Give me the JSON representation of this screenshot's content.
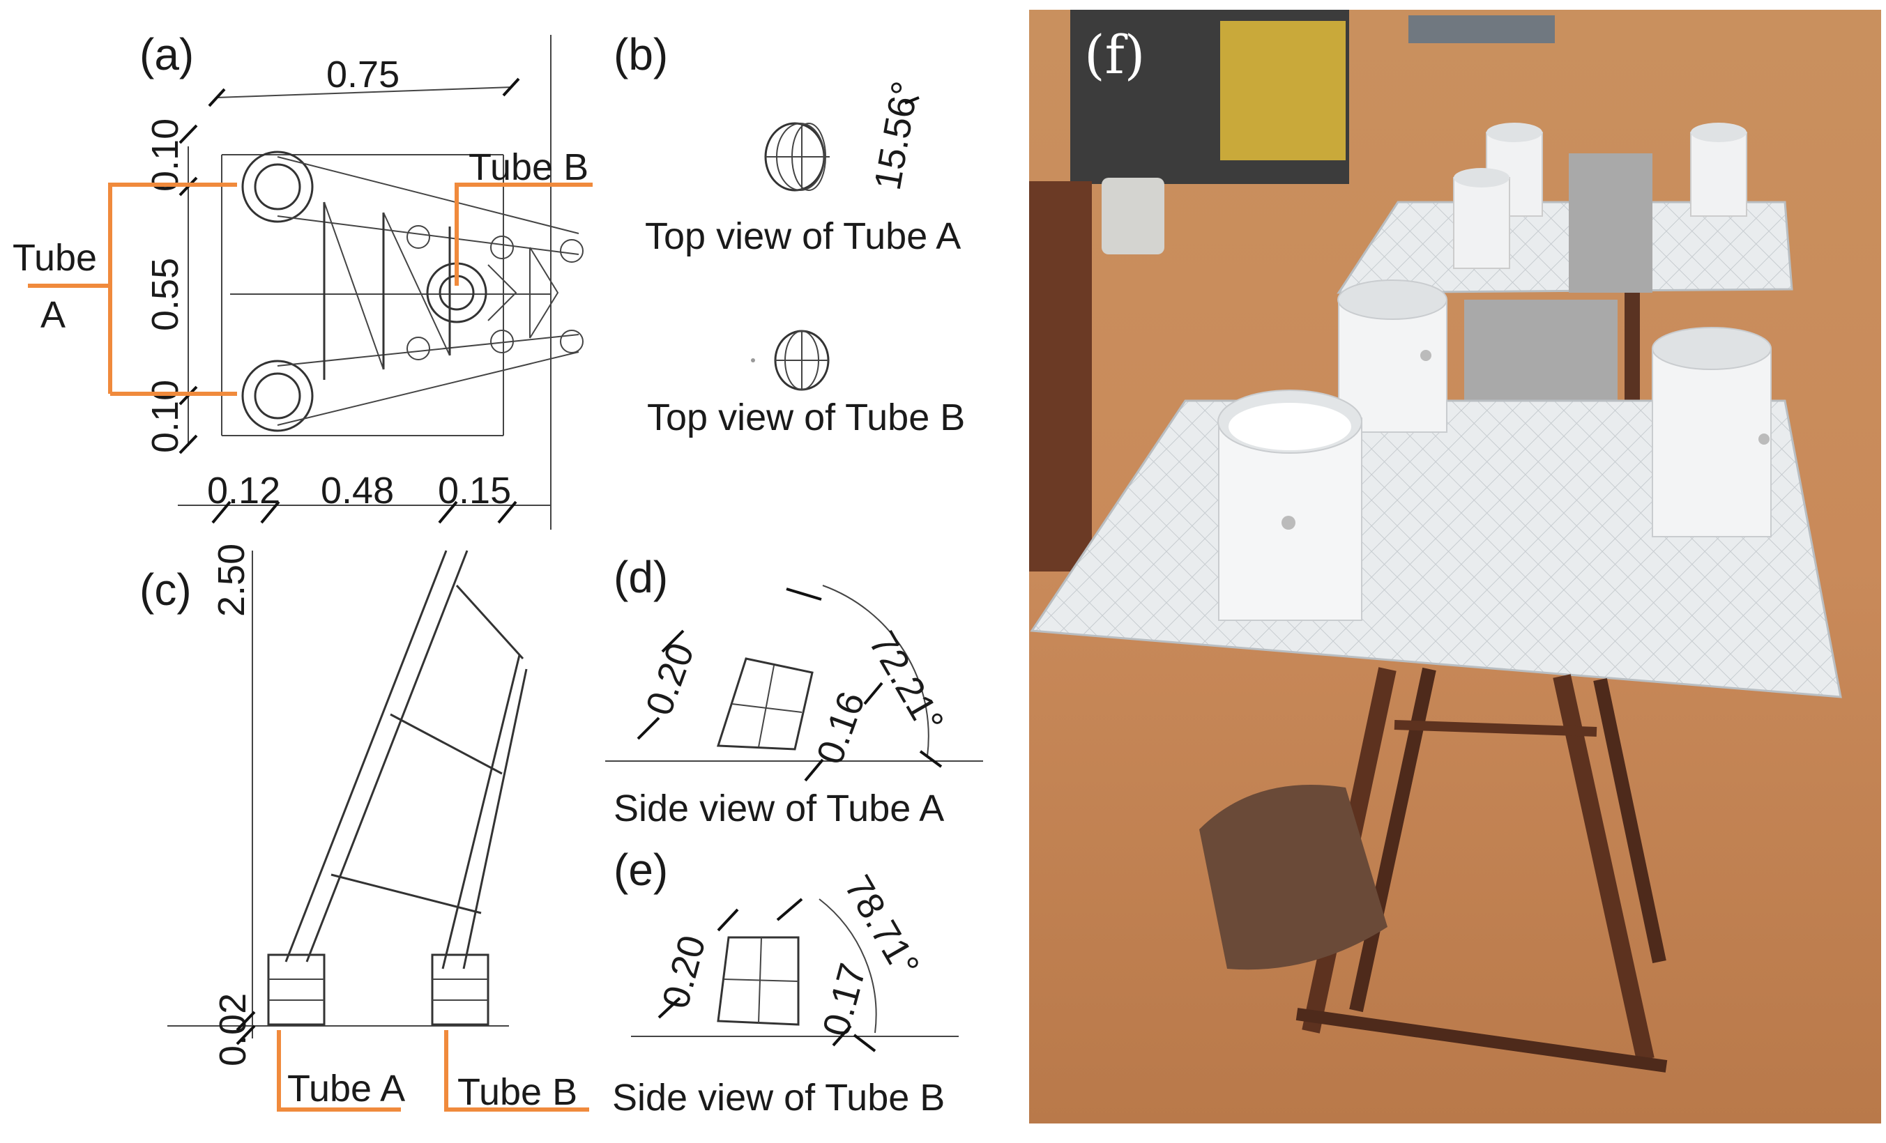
{
  "panels": {
    "a": {
      "label": "(a)",
      "dim_top": "0.75",
      "dim_left_top": "0.10",
      "dim_left_mid": "0.55",
      "dim_left_bot": "0.10",
      "dim_bottom_1": "0.12",
      "dim_bottom_2": "0.48",
      "dim_bottom_3": "0.15",
      "tube_a_line1": "Tube",
      "tube_a_line2": "A",
      "tube_b": "Tube B"
    },
    "b": {
      "label": "(b)",
      "angle": "15.56°",
      "caption_a": "Top view of Tube A",
      "caption_b": "Top view of Tube B"
    },
    "c": {
      "label": "(c)",
      "dim_height": "2.50",
      "dim_base": "0.02",
      "tube_a": "Tube A",
      "tube_b": "Tube B"
    },
    "d": {
      "label": "(d)",
      "dim_1": "0.20",
      "dim_2": "0.16",
      "angle": "72.21°",
      "caption": "Side view of Tube A"
    },
    "e": {
      "label": "(e)",
      "dim_1": "0.20",
      "dim_2": "0.17",
      "angle": "78.71°",
      "caption": "Side view of Tube B"
    },
    "f": {
      "label": "(f)"
    }
  },
  "colors": {
    "accent_orange": "#f08a3c",
    "line_gray": "#444444",
    "sand": "#c98a5a"
  }
}
